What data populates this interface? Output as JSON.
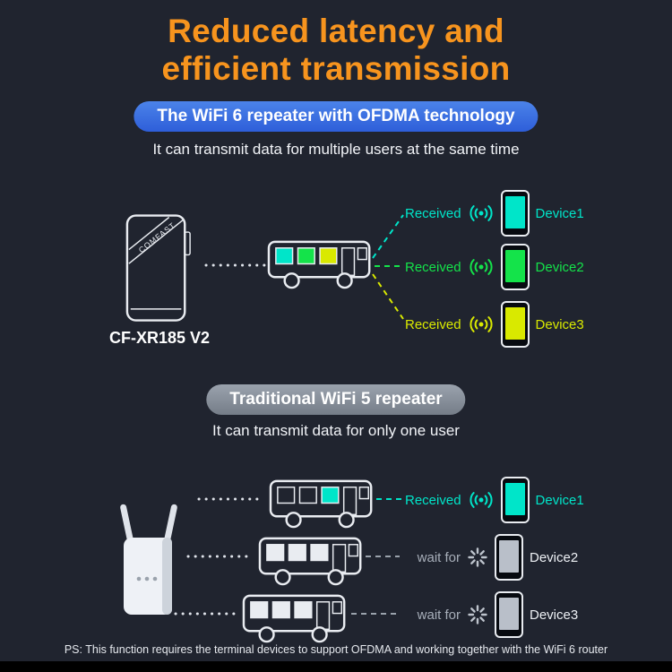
{
  "header": {
    "title_line1": "Reduced latency and",
    "title_line2": "efficient transmission"
  },
  "wifi6_section": {
    "banner": "The WiFi 6 repeater with OFDMA technology",
    "subtitle": "It can transmit data for multiple users at the same time",
    "repeater_brand": "COMFAST",
    "repeater_model": "CF-XR185 V2",
    "devices": [
      {
        "status": "Received",
        "label": "Device1",
        "color": "#00e5c9"
      },
      {
        "status": "Received",
        "label": "Device2",
        "color": "#14e34a"
      },
      {
        "status": "Received",
        "label": "Device3",
        "color": "#d9e900"
      }
    ]
  },
  "wifi5_section": {
    "banner": "Traditional WiFi 5 repeater",
    "subtitle": "It can transmit data for only one user",
    "rows": [
      {
        "status": "Received",
        "label": "Device1",
        "received": true,
        "color": "#00e5c9"
      },
      {
        "status": "wait for",
        "label": "Device2",
        "received": false,
        "color": "#a7aeb9"
      },
      {
        "status": "wait for",
        "label": "Device3",
        "received": false,
        "color": "#a7aeb9"
      }
    ]
  },
  "footer": {
    "note": "PS: This function requires the terminal devices to support OFDMA and working together with the WiFi 6 router"
  },
  "icons": {
    "wifi_signal": "broadcast-arcs",
    "wait": "spinner-burst",
    "phone": "smartphone",
    "bus": "data-bus",
    "repeater": "wifi-repeater"
  },
  "colors": {
    "background": "#20242f",
    "title_orange": "#f7941e",
    "banner_blue": "#3a6fe0",
    "banner_gray": "#8b929c",
    "cyan": "#00e5c9",
    "green": "#14e34a",
    "yellow": "#d9e900",
    "muted_gray": "#a7aeb9",
    "bottom_bar": "#000000"
  }
}
